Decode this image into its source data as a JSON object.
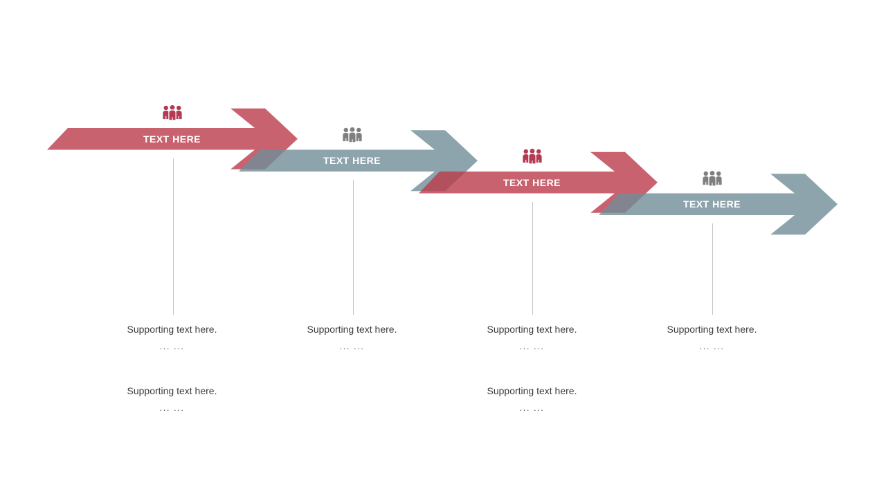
{
  "slide": {
    "background": "#FFFFFF"
  },
  "colors": {
    "red_arrow_rendered": "#C8626F",
    "gray_arrow_rendered": "#8DA4AC",
    "red_gray_overlap": "#8D8292",
    "red_icon": "#B23A52",
    "gray_icon": "#7F7F7F",
    "connector_line": "#C4C4C4",
    "label_text": "#FFFFFF",
    "support_text": "#3C3C3C"
  },
  "steps": [
    {
      "label": "TEXT HERE",
      "arrow_fill": "#BB3B4B",
      "icon": "people-group-icon",
      "icon_color": "#B23A52",
      "supporting": [
        {
          "text": "Supporting text here.",
          "dots": "... ..."
        },
        {
          "text": "Supporting text here.",
          "dots": "... ..."
        }
      ]
    },
    {
      "label": "TEXT HERE",
      "arrow_fill": "#708D97",
      "icon": "people-group-icon",
      "icon_color": "#7F7F7F",
      "supporting": [
        {
          "text": "Supporting text here.",
          "dots": "... ..."
        }
      ]
    },
    {
      "label": "TEXT HERE",
      "arrow_fill": "#BB3B4B",
      "icon": "people-group-icon",
      "icon_color": "#B23A52",
      "supporting": [
        {
          "text": "Supporting text here.",
          "dots": "... ..."
        },
        {
          "text": "Supporting text here.",
          "dots": "... ..."
        }
      ]
    },
    {
      "label": "TEXT HERE",
      "arrow_fill": "#708D97",
      "icon": "people-group-icon",
      "icon_color": "#7F7F7F",
      "supporting": [
        {
          "text": "Supporting text here.",
          "dots": "... ..."
        }
      ]
    }
  ]
}
